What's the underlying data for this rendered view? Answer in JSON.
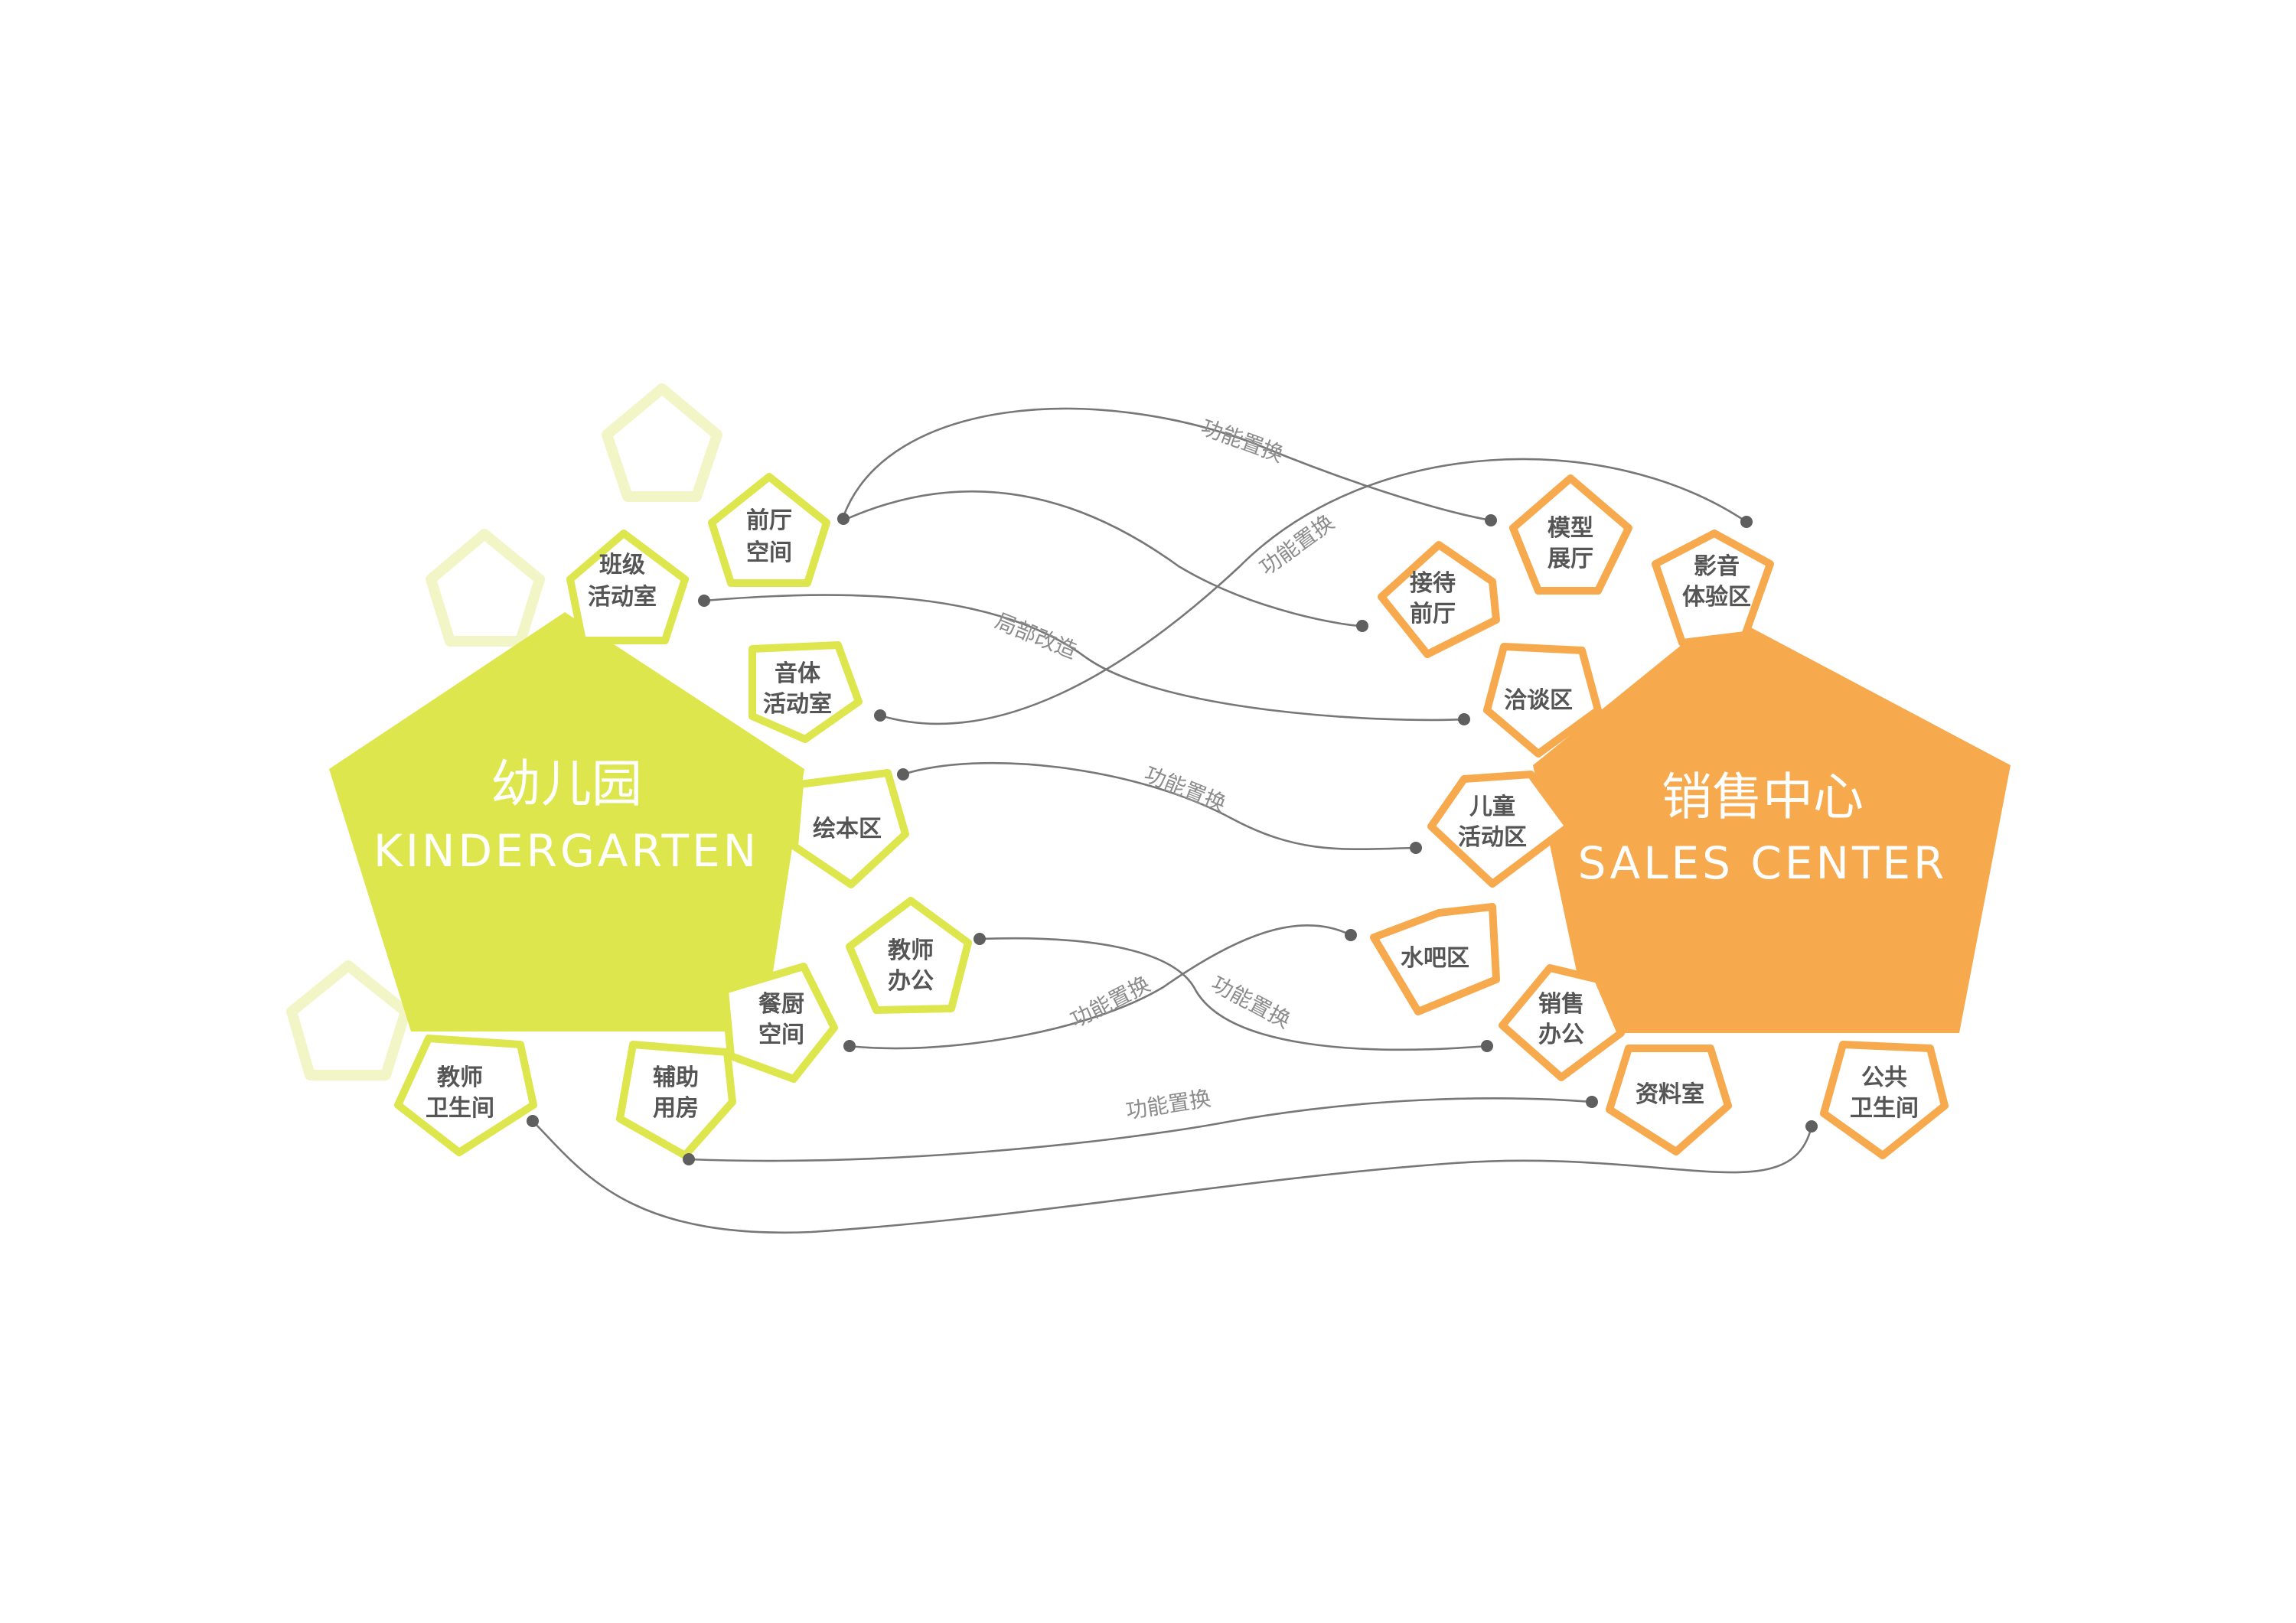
{
  "colors": {
    "kindergarten": "#dee64d",
    "kindergarten_faint": "#f2f5c6",
    "sales": "#f6a94d",
    "label_text": "#555555",
    "connector": "#777777"
  },
  "hubs": {
    "kindergarten": {
      "title_cn": "幼儿园",
      "title_en": "KINDERGARTEN"
    },
    "sales": {
      "title_cn": "销售中心",
      "title_en": "SALES CENTER"
    }
  },
  "kindergarten_nodes": [
    {
      "id": "qianting",
      "lines": [
        "前厅",
        "空间"
      ]
    },
    {
      "id": "banji",
      "lines": [
        "班级",
        "活动室"
      ]
    },
    {
      "id": "yinti",
      "lines": [
        "音体",
        "活动室"
      ]
    },
    {
      "id": "huiben",
      "lines": [
        "绘本区"
      ]
    },
    {
      "id": "jiaoshi-bangong",
      "lines": [
        "教师",
        "办公"
      ]
    },
    {
      "id": "canchu",
      "lines": [
        "餐厨",
        "空间"
      ]
    },
    {
      "id": "fuzhu",
      "lines": [
        "辅助",
        "用房"
      ]
    },
    {
      "id": "jiaoshi-weisheng",
      "lines": [
        "教师",
        "卫生间"
      ]
    }
  ],
  "sales_nodes": [
    {
      "id": "moxing",
      "lines": [
        "模型",
        "展厅"
      ]
    },
    {
      "id": "jiedai",
      "lines": [
        "接待",
        "前厅"
      ]
    },
    {
      "id": "yingyin",
      "lines": [
        "影音",
        "体验区"
      ]
    },
    {
      "id": "qiatan",
      "lines": [
        "洽谈区"
      ]
    },
    {
      "id": "ertong",
      "lines": [
        "儿童",
        "活动区"
      ]
    },
    {
      "id": "shuiba",
      "lines": [
        "水吧区"
      ]
    },
    {
      "id": "xiaoshou",
      "lines": [
        "销售",
        "办公"
      ]
    },
    {
      "id": "ziliao",
      "lines": [
        "资料室"
      ]
    },
    {
      "id": "gonggong",
      "lines": [
        "公共",
        "卫生间"
      ]
    }
  ],
  "connections": [
    {
      "from": "前厅空间",
      "to": "模型展厅",
      "label": "功能置换"
    },
    {
      "from": "前厅空间",
      "to": "接待前厅",
      "label": ""
    },
    {
      "from": "班级活动室",
      "to": "洽谈区",
      "label": "局部改造"
    },
    {
      "from": "音体活动室",
      "to": "影音体验区",
      "label": "功能置换"
    },
    {
      "from": "绘本区",
      "to": "儿童活动区",
      "label": "功能置换"
    },
    {
      "from": "餐厨空间",
      "to": "水吧区",
      "label": "功能置换"
    },
    {
      "from": "教师办公",
      "to": "销售办公",
      "label": "功能置换"
    },
    {
      "from": "辅助用房",
      "to": "资料室",
      "label": "功能置换"
    },
    {
      "from": "教师卫生间",
      "to": "公共卫生间",
      "label": ""
    }
  ]
}
